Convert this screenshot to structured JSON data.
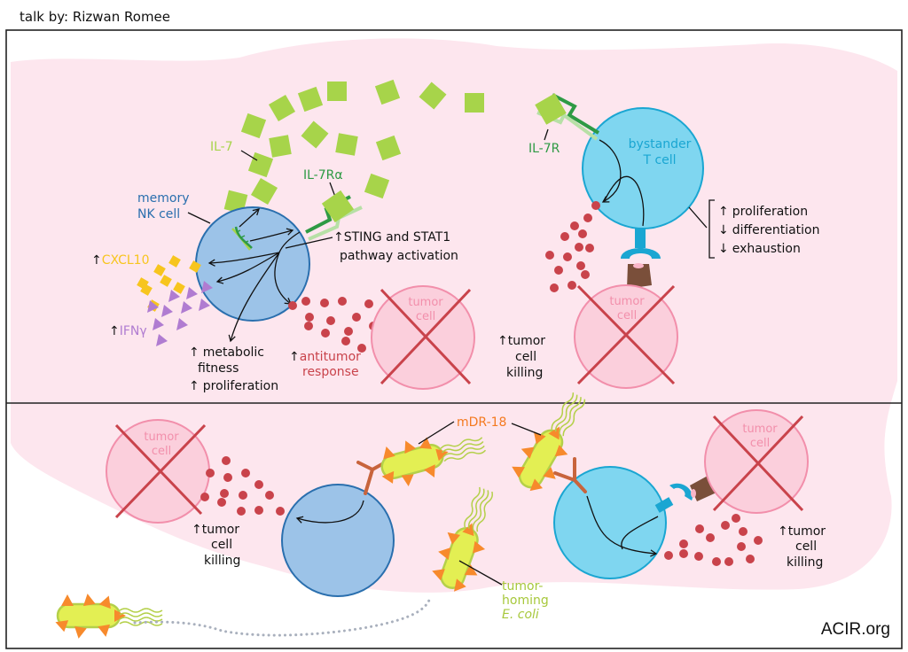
{
  "header": {
    "credit": "talk by:  Rizwan Romee"
  },
  "footer": {
    "source": "ACIR.org"
  },
  "colors": {
    "background_tissue": "#fde6ee",
    "nk_cell_fill": "#9cc3e8",
    "nk_cell_stroke": "#2a6fae",
    "t_cell_fill": "#7fd6f0",
    "t_cell_stroke": "#1aa6d2",
    "tumor_fill": "#fbcfdc",
    "tumor_stroke": "#f28fab",
    "tumor_cross": "#c9434b",
    "il7": "#a7d44a",
    "il7r_dark": "#2e9a44",
    "il7r_light": "#b7e0a6",
    "cxcl10": "#f7c51e",
    "ifng": "#b07cd1",
    "granules": "#c9434b",
    "bacteria_fill": "#e3ef53",
    "bacteria_stroke": "#b4d04a",
    "bacteria_spike": "#f78a2c",
    "antibody": "#c8643c",
    "text_black": "#111111",
    "nk_label": "#2a6fae",
    "t_label": "#1aa6d2",
    "tumor_label": "#f28fab",
    "il7_label": "#a7d44a",
    "il7r_label": "#2e9a44",
    "mdr_label": "#f47a20",
    "ecoli_label": "#a7c83c",
    "antitumor_label": "#c9434b"
  },
  "top_panel": {
    "labels": {
      "il7": "IL-7",
      "il7ra": "IL-7Rα",
      "il7r": "IL-7R",
      "memory_nk_line1": "memory",
      "memory_nk_line2": "NK cell",
      "bystander_line1": "bystander",
      "bystander_line2": "T cell",
      "cxcl10": "CXCL10",
      "ifng": "IFNγ",
      "sting_line1": "STING and STAT1",
      "sting_line2": "pathway activation",
      "metabolic_line1": "metabolic",
      "metabolic_line2": "fitness",
      "proliferation": "proliferation",
      "antitumor_line1": "antitumor",
      "antitumor_line2": "response",
      "tumor_cell_line1": "tumor",
      "tumor_cell_line2": "cell",
      "killing_line1": "tumor",
      "killing_line2": "cell",
      "killing_line3": "killing"
    },
    "t_cell_effects": [
      {
        "arrow": "↑",
        "text": "proliferation"
      },
      {
        "arrow": "↓",
        "text": "differentiation"
      },
      {
        "arrow": "↓",
        "text": "exhaustion"
      }
    ],
    "up_arrow": "↑"
  },
  "bottom_panel": {
    "labels": {
      "mdr18": "mDR-18",
      "ecoli_line1": "tumor-",
      "ecoli_line2": "homing",
      "ecoli_line3": "E. coli",
      "tumor_cell_line1": "tumor",
      "tumor_cell_line2": "cell",
      "killing_line1": "tumor",
      "killing_line2": "cell",
      "killing_line3": "killing"
    },
    "up_arrow": "↑"
  }
}
